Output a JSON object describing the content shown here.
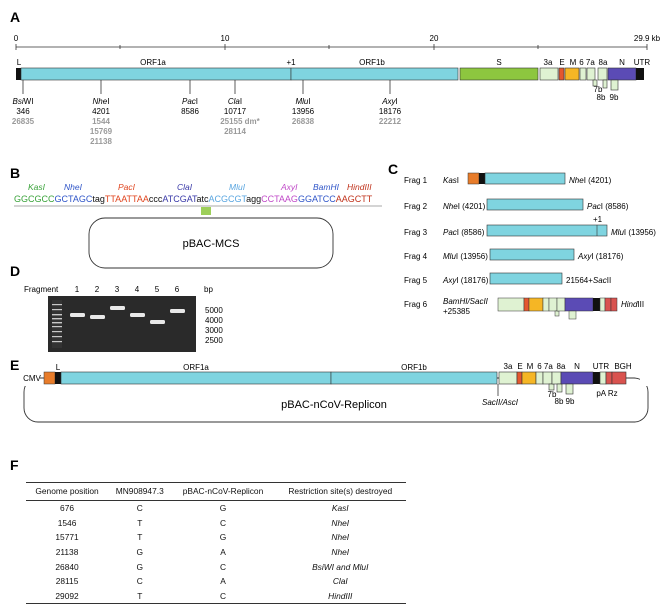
{
  "panels": {
    "a": "A",
    "b": "B",
    "c": "C",
    "d": "D",
    "e": "E",
    "f": "F"
  },
  "panel_a": {
    "scale_ticks": [
      "0",
      "10",
      "20"
    ],
    "scale_end": "29.9 kb",
    "genome_labels": {
      "L": "L",
      "orf1a": "ORF1a",
      "plus1": "+1",
      "orf1b": "ORF1b",
      "s": "S",
      "g3a": "3a",
      "e": "E",
      "m": "M",
      "g67a": "6 7a",
      "g8a": "8a",
      "n": "N",
      "utr": "UTR",
      "g7b": "7b",
      "g8b": "8b",
      "g9b": "9b"
    },
    "sites": [
      {
        "enzyme_prefix": "Bsi",
        "enzyme_suffix": "WI",
        "position": "346",
        "grey": [
          "26835"
        ]
      },
      {
        "enzyme_prefix": "Nhe",
        "enzyme_suffix": "I",
        "position": "4201",
        "grey": [
          "1544",
          "15769",
          "21138"
        ]
      },
      {
        "enzyme_prefix": "Pac",
        "enzyme_suffix": "I",
        "position": "8586",
        "grey": []
      },
      {
        "enzyme_prefix": "Cla",
        "enzyme_suffix": "I",
        "position": "10717",
        "grey": [
          "25155 dm*",
          "28114"
        ]
      },
      {
        "enzyme_prefix": "Mlu",
        "enzyme_suffix": "I",
        "position": "13956",
        "grey": [
          "26838"
        ]
      },
      {
        "enzyme_prefix": "Axy",
        "enzyme_suffix": "I",
        "position": "18176",
        "grey": [
          "22212"
        ]
      }
    ]
  },
  "panel_b": {
    "enzymes": [
      "KasI",
      "NheI",
      "PacI",
      "ClaI",
      "MluI",
      "AxyI",
      "BamHI",
      "HindIII"
    ],
    "sequence": [
      {
        "t": "GGCGCC",
        "c": "#3aa33a"
      },
      {
        "t": "GCTAGC",
        "c": "#2f55c8"
      },
      {
        "t": "tag",
        "c": "#111111"
      },
      {
        "t": "TTAATTAA",
        "c": "#e0441e"
      },
      {
        "t": "ccc",
        "c": "#111111"
      },
      {
        "t": "ATCGAT",
        "c": "#3a3aa8"
      },
      {
        "t": "atc",
        "c": "#111111"
      },
      {
        "t": "ACGCGT",
        "c": "#5aa6e0"
      },
      {
        "t": "agg",
        "c": "#111111"
      },
      {
        "t": "CCTAAG",
        "c": "#c04ac8"
      },
      {
        "t": "GGATCC",
        "c": "#2f55c8"
      },
      {
        "t": "AAGCTT",
        "c": "#c0331c"
      }
    ],
    "plasmid": "pBAC-MCS"
  },
  "panel_c": {
    "fragments": [
      {
        "label": "Frag 1",
        "left_it": "Kas",
        "left_rest": "I",
        "right_it": "Nhe",
        "right_rest": "I (4201)"
      },
      {
        "label": "Frag 2",
        "left_it": "Nhe",
        "left_rest": "I (4201)",
        "right_it": "Pac",
        "right_rest": "I (8586)"
      },
      {
        "label": "Frag 3",
        "left_it": "Pac",
        "left_rest": "I (8586)",
        "right_it": "Mlu",
        "right_rest": "I (13956)",
        "note": "+1"
      },
      {
        "label": "Frag 4",
        "left_it": "Mlu",
        "left_rest": "I (13956)",
        "right_it": "Axy",
        "right_rest": "I (18176)"
      },
      {
        "label": "Frag 5",
        "left_it": "Axy",
        "left_rest": "I (18176)",
        "right_pre": "21564+",
        "right_it": "Sac",
        "right_rest": "II"
      },
      {
        "label": "Frag 6",
        "left_it": "BamHI/SacII",
        "left_rest": "+25385",
        "right_it": "Hind",
        "right_rest": "III"
      }
    ]
  },
  "panel_d": {
    "fragment_label": "Fragment",
    "lanes": [
      "1",
      "2",
      "3",
      "4",
      "5",
      "6"
    ],
    "unit": "bp",
    "marker_labels": [
      "5000",
      "4000",
      "3000",
      "2500"
    ]
  },
  "panel_e": {
    "labels": {
      "cmv": "CMV",
      "L": "L",
      "orf1a": "ORF1a",
      "orf1b": "ORF1b",
      "g3a": "3a",
      "e": "E",
      "m": "M",
      "g67a": "6 7a",
      "g8a": "8a",
      "n": "N",
      "utr": "UTR",
      "bgh": "BGH",
      "g7b": "7b",
      "g8b": "8b",
      "g9b": "9b",
      "parz": "pA Rz",
      "sacasc": "SacII/AscI"
    },
    "plasmid": "pBAC-nCoV-Replicon"
  },
  "panel_f": {
    "headers": [
      "Genome position",
      "MN908947.3",
      "pBAC-nCoV-Replicon",
      "Restriction site(s) destroyed"
    ],
    "rows": [
      {
        "pos": "676",
        "ref": "C",
        "rep": "G",
        "site": "KasI"
      },
      {
        "pos": "1546",
        "ref": "T",
        "rep": "C",
        "site": "NheI"
      },
      {
        "pos": "15771",
        "ref": "T",
        "rep": "G",
        "site": "NheI"
      },
      {
        "pos": "21138",
        "ref": "G",
        "rep": "A",
        "site": "NheI"
      },
      {
        "pos": "26840",
        "ref": "G",
        "rep": "C",
        "site": "BsiWI and MluI"
      },
      {
        "pos": "28115",
        "ref": "C",
        "rep": "A",
        "site": "ClaI"
      },
      {
        "pos": "29092",
        "ref": "T",
        "rep": "C",
        "site": "HindIII"
      }
    ]
  },
  "colors": {
    "orf": "#7fd4e0",
    "s": "#8dc63f",
    "e": "#e4572e",
    "m": "#f5b625",
    "n": "#5b4bb5",
    "black": "#111111",
    "kas": "#e87c2a",
    "accessory": "#dff2d2",
    "bgh": "#d9534f",
    "marker": "#9dcf5a"
  }
}
